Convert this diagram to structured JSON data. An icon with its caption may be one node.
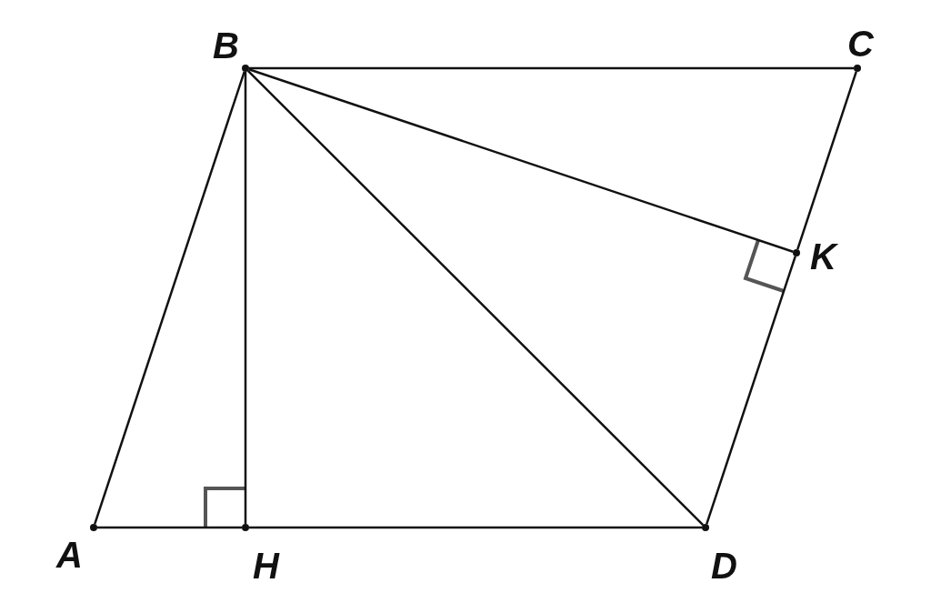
{
  "diagram": {
    "nodes": [
      {
        "text": [
          "B"
        ]
      },
      {
        "text": [
          "C"
        ]
      },
      {
        "text": [
          "K"
        ]
      },
      {
        "text": [
          "A"
        ]
      },
      {
        "text": [
          "H"
        ]
      },
      {
        "text": [
          "D"
        ]
      }
    ],
    "edges": [
      {
        "from": 0,
        "to": 1,
        "arrow": "none"
      },
      {
        "from": 0,
        "to": 2,
        "arrow": "none"
      },
      {
        "from": 0,
        "to": 5,
        "arrow": "none"
      },
      {
        "from": 0,
        "to": 4,
        "arrow": "none"
      },
      {
        "from": 3,
        "to": 0,
        "arrow": "none"
      },
      {
        "from": 1,
        "to": 2,
        "arrow": "none"
      },
      {
        "from": 2,
        "to": 5,
        "arrow": "none"
      },
      {
        "from": 3,
        "to": 4,
        "arrow": "none"
      },
      {
        "from": 4,
        "to": 5,
        "arrow": "none"
      }
    ]
  }
}
